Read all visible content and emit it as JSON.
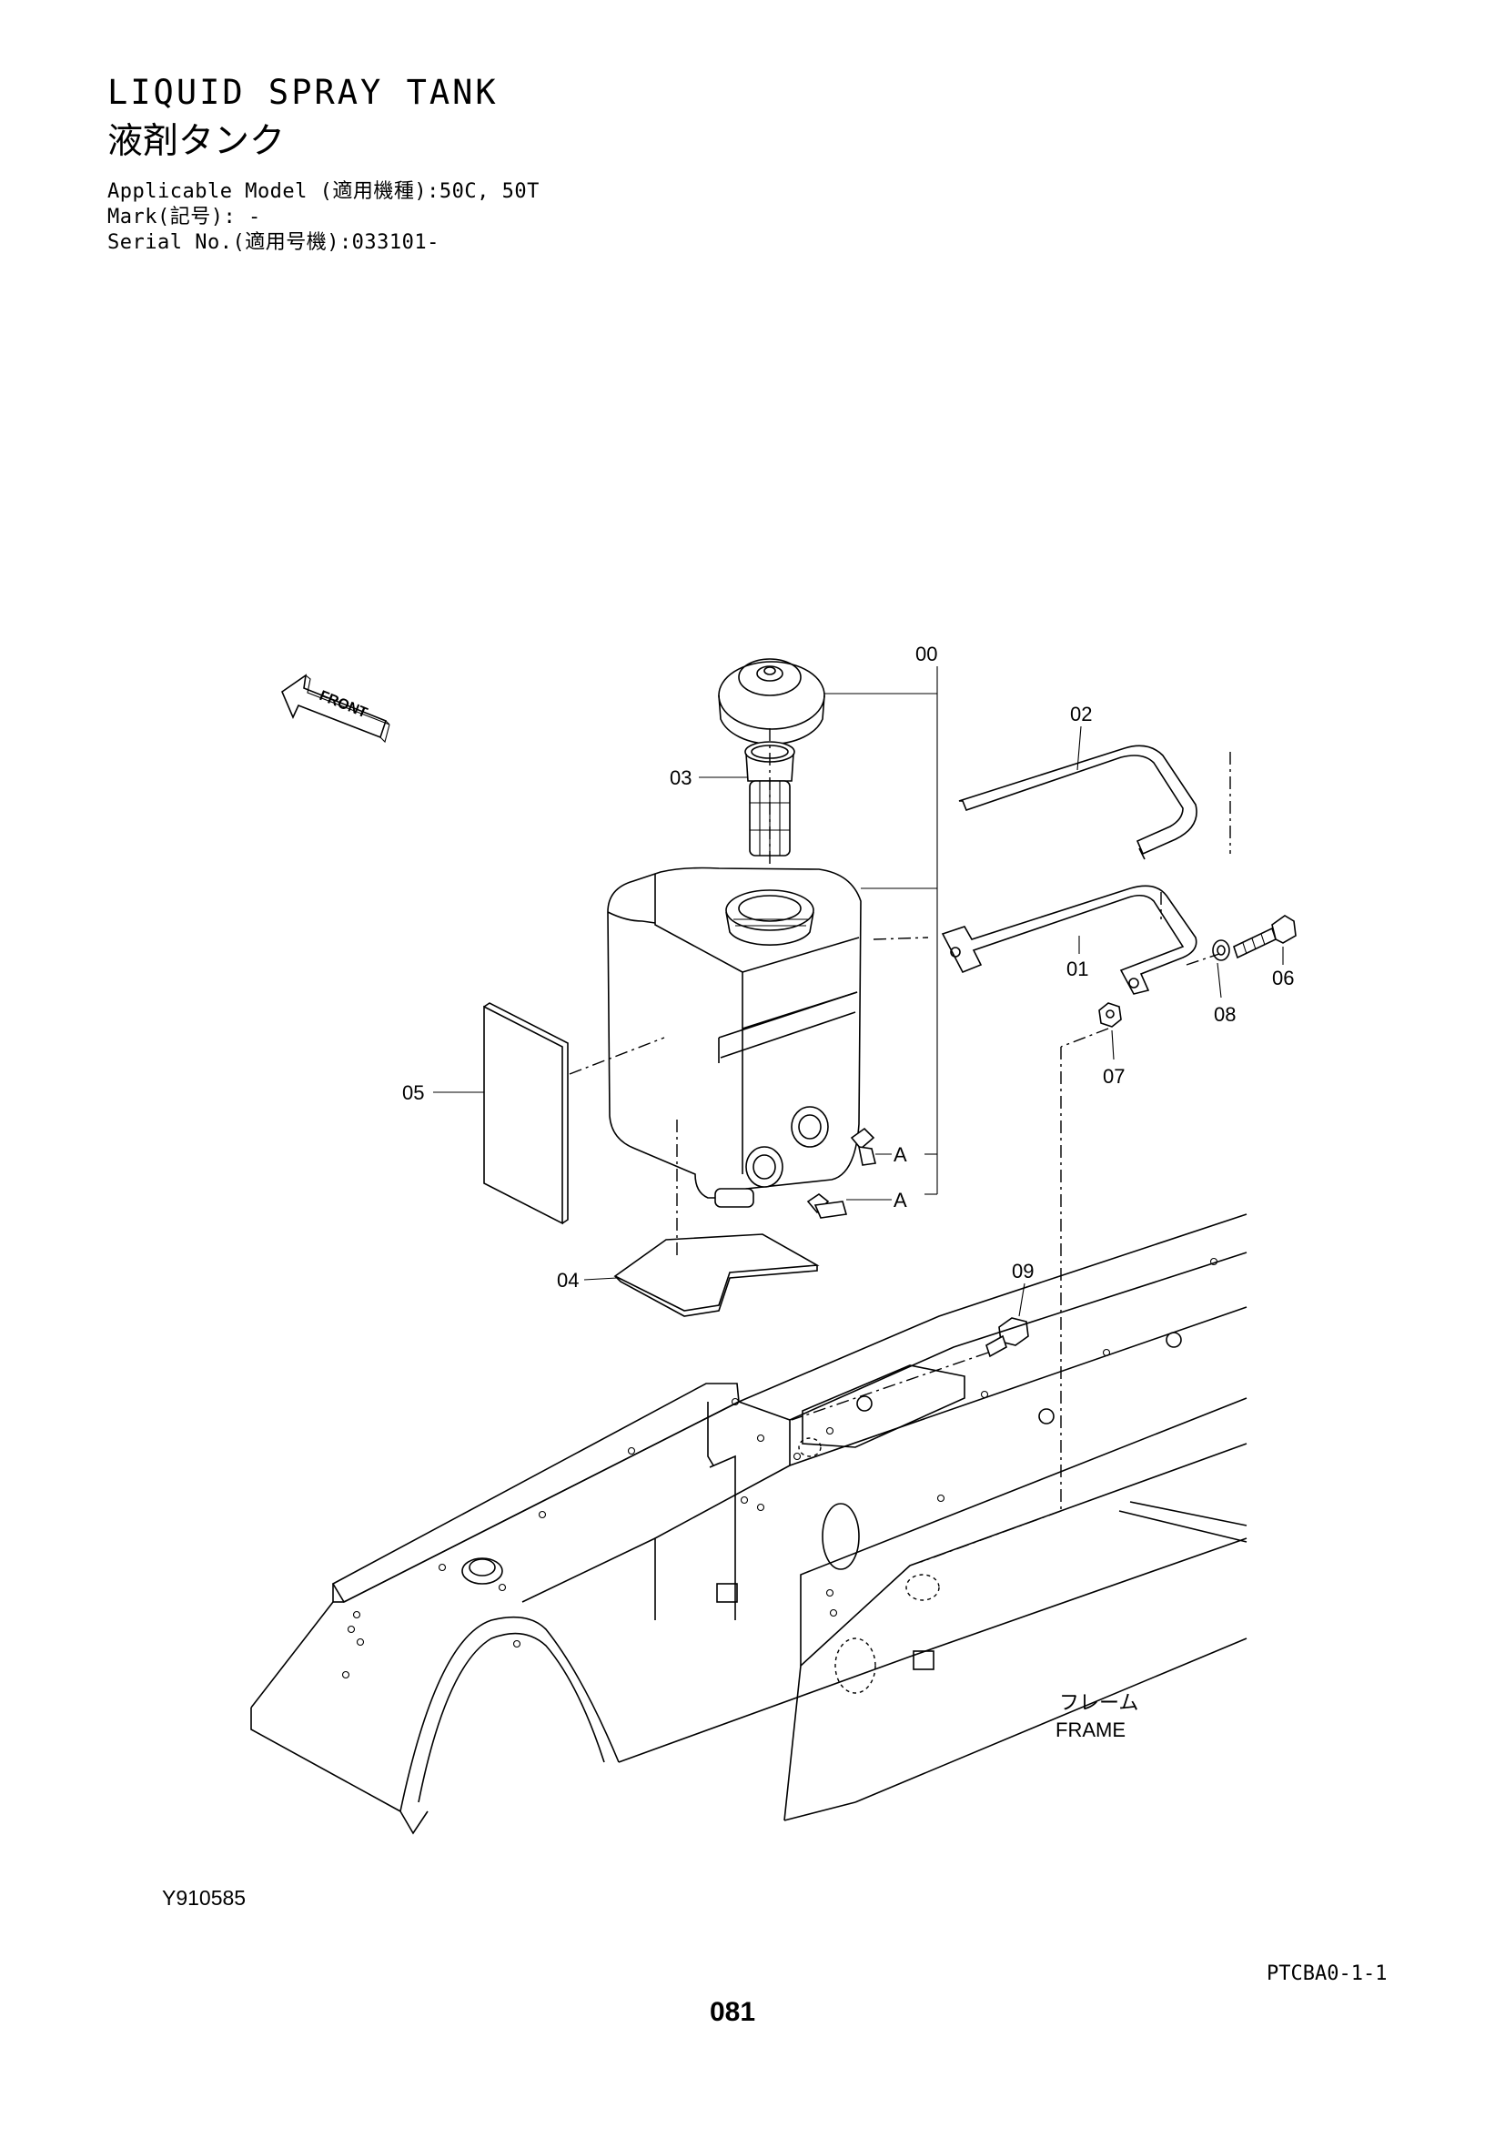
{
  "header": {
    "title_en": "LIQUID SPRAY TANK",
    "title_ja": "液剤タンク",
    "applicable_model": "Applicable Model (適用機種):50C, 50T",
    "mark": "Mark(記号): -",
    "serial_no": "Serial No.(適用号機):033101-"
  },
  "diagram": {
    "front_label": "FRONT",
    "part_labels": {
      "p00": "00",
      "p01": "01",
      "p02": "02",
      "p03": "03",
      "p04": "04",
      "p05": "05",
      "p06": "06",
      "p07": "07",
      "p08": "08",
      "p09": "09",
      "connA1": "A",
      "connA2": "A"
    },
    "frame_label_ja": "フレーム",
    "frame_label_en": "FRAME"
  },
  "footer": {
    "figure_id": "Y910585",
    "doc_ref": "PTCBA0-1-1",
    "page_number": "081"
  }
}
